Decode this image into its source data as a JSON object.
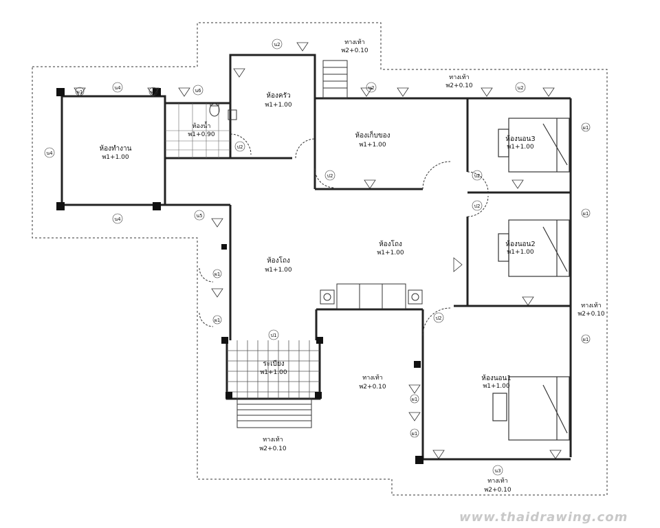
{
  "rooms": [
    {
      "name": "ห้องทำงาน",
      "level": "พ1+1.00"
    },
    {
      "name": "ห้องน้ำ",
      "level": "พ1+0.90"
    },
    {
      "name": "ห้องครัว",
      "level": "พ1+1.00"
    },
    {
      "name": "ห้องเก็บของ",
      "level": "พ1+1.00"
    },
    {
      "name": "ห้องนอน3",
      "level": "พ1+1.00"
    },
    {
      "name": "ห้องนอน2",
      "level": "พ1+1.00"
    },
    {
      "name": "ห้องโถง",
      "level": "พ1+1.00"
    },
    {
      "name": "ห้องโถง",
      "level": "พ1+1.00"
    },
    {
      "name": "ระเบียง",
      "level": "พ1+1.00"
    },
    {
      "name": "ห้องนอน1",
      "level": "พ1+1.00"
    }
  ],
  "walkways": [
    {
      "name": "ทางเท้า",
      "level": "พ2+0.10"
    },
    {
      "name": "ทางเท้า",
      "level": "พ2+0.10"
    },
    {
      "name": "ทางเท้า",
      "level": "พ2+0.10"
    },
    {
      "name": "ทางเท้า",
      "level": "พ2+0.10"
    },
    {
      "name": "ทางเท้า",
      "level": "พ2+0.10"
    },
    {
      "name": "ทางเท้า",
      "level": "พ2+0.10"
    }
  ],
  "tags": {
    "window": "ผ1",
    "door1": "ป1",
    "door2": "ป2",
    "w2": "น2",
    "w3": "น3",
    "w4": "น4",
    "w5": "น5",
    "w6": "น6"
  },
  "watermark": "www.thaidrawing.com"
}
